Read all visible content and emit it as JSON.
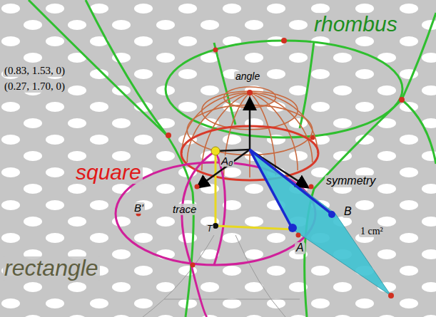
{
  "diagram": {
    "labels": [
      "rhombus",
      "(0.83, 1.53, 0)",
      "(0.27, 1.70, 0)",
      "angle",
      "A₀",
      "square",
      "symmetry",
      "B'",
      "trace",
      "T",
      "B",
      "1 cm²",
      "rectangle",
      "A"
    ]
  }
}
